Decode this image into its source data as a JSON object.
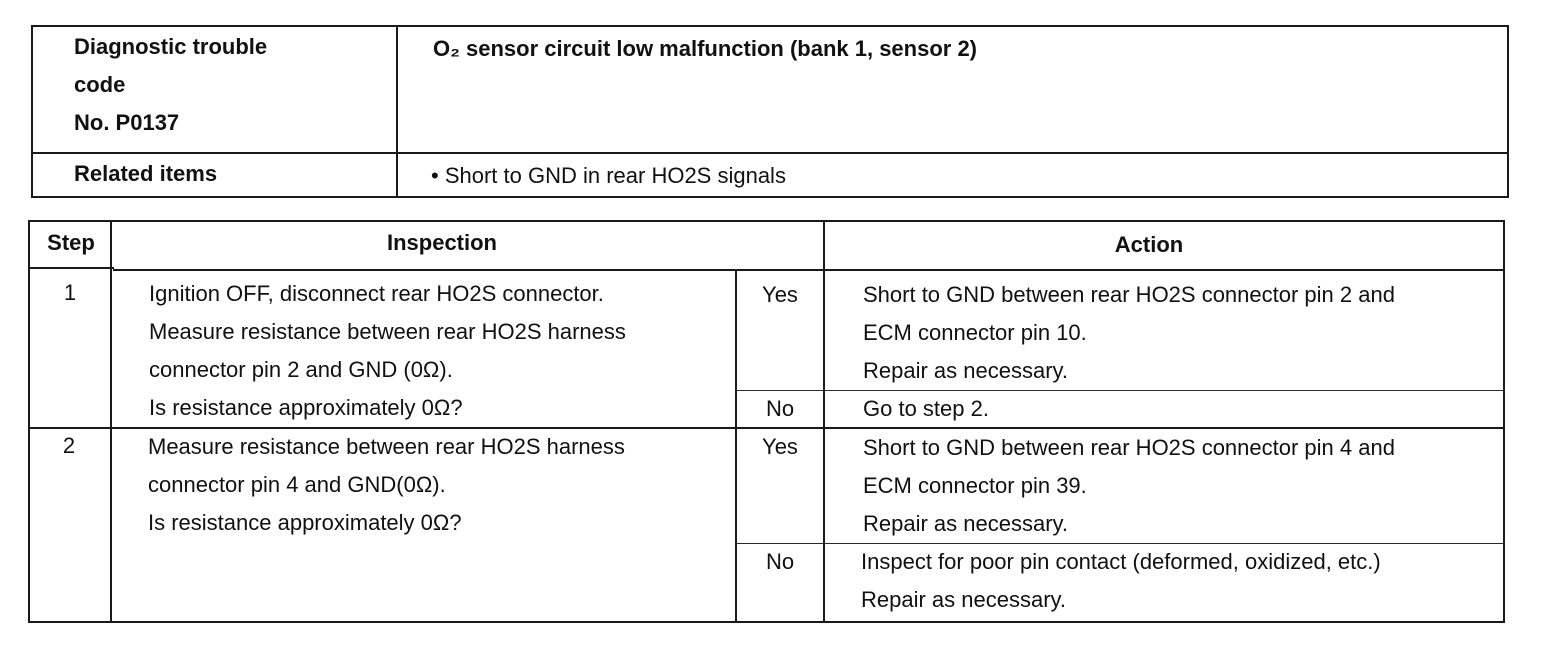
{
  "header_table": {
    "dtc_label_lines": [
      "Diagnostic trouble",
      "code",
      "No. P0137"
    ],
    "dtc_description": "O₂ sensor circuit low malfunction (bank 1, sensor 2)",
    "related_label": "Related items",
    "related_value": "• Short to GND in rear HO2S signals"
  },
  "step_table": {
    "headers": {
      "step": "Step",
      "inspection": "Inspection",
      "action": "Action"
    },
    "steps": [
      {
        "number": "1",
        "inspection_lines": [
          "Ignition OFF, disconnect rear HO2S connector.",
          "Measure resistance between rear HO2S harness",
          "connector pin 2 and GND (0Ω).",
          "Is resistance approximately 0Ω?"
        ],
        "yes_label": "Yes",
        "yes_action_lines": [
          "Short to GND between rear HO2S connector pin 2 and",
          "ECM connector pin 10.",
          "Repair as necessary."
        ],
        "no_label": "No",
        "no_action_lines": [
          "Go to step 2."
        ]
      },
      {
        "number": "2",
        "inspection_lines": [
          "Measure resistance between rear HO2S harness",
          "connector pin 4 and GND(0Ω).",
          "Is resistance approximately 0Ω?"
        ],
        "yes_label": "Yes",
        "yes_action_lines": [
          "Short to GND between rear HO2S connector pin 4 and",
          "ECM connector pin 39.",
          "Repair as necessary."
        ],
        "no_label": "No",
        "no_action_lines": [
          "Inspect for poor pin contact (deformed, oxidized, etc.)",
          "Repair as necessary."
        ]
      }
    ]
  }
}
